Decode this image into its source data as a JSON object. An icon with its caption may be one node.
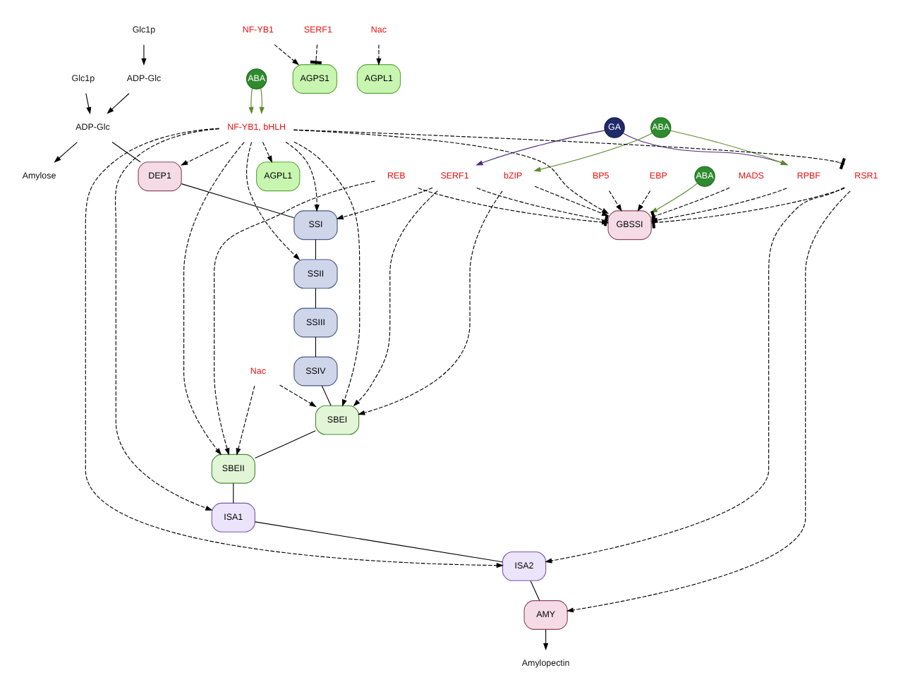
{
  "diagram": {
    "nodes": [
      {
        "text": [
          "Glc1p"
        ]
      },
      {
        "text": [
          "ADP-Glc"
        ]
      },
      {
        "text": [
          "AGPS1"
        ]
      },
      {
        "text": [
          "AGPL1"
        ]
      },
      {
        "text": [
          "NF-YB1"
        ]
      },
      {
        "text": [
          "SERF1"
        ]
      },
      {
        "text": [
          "Nac"
        ]
      },
      {
        "text": [
          "AGPL1"
        ]
      },
      {
        "text": [
          "ADP-Glc"
        ]
      },
      {
        "text": [
          "Glc1p"
        ]
      },
      {
        "text": [
          "DEP1"
        ]
      },
      {
        "text": [
          "SSI"
        ]
      },
      {
        "text": [
          "SSII"
        ]
      },
      {
        "text": [
          "SSIII"
        ]
      },
      {
        "text": [
          "SSIV"
        ]
      },
      {
        "text": [
          "SBEI"
        ]
      },
      {
        "text": [
          "SBEII"
        ]
      },
      {
        "text": [
          "ISA1"
        ]
      },
      {
        "text": [
          "ISA2"
        ]
      },
      {
        "text": [
          "AMY"
        ]
      },
      {
        "text": [
          "GBSSI"
        ]
      },
      {
        "text": [
          "ABA"
        ]
      },
      {
        "text": [
          "MADS"
        ]
      },
      {
        "text": [
          "BP5"
        ]
      },
      {
        "text": [
          "EBP"
        ]
      },
      {
        "text": [
          "SERF1"
        ]
      },
      {
        "text": [
          "GA"
        ]
      },
      {
        "text": [
          "RPBF"
        ]
      },
      {
        "text": [
          "ABA"
        ]
      },
      {
        "text": [
          "bZIP"
        ]
      },
      {
        "text": [
          "Nac"
        ]
      },
      {
        "text": [
          "RSR1"
        ]
      },
      {
        "text": [
          "REB"
        ]
      },
      {
        "text": [
          "ABA"
        ]
      },
      {
        "text": [
          "NF-YB1, bHLH"
        ]
      },
      {
        "text": [
          "Amylose"
        ]
      },
      {
        "text": [
          "Amylopectin"
        ]
      }
    ],
    "edges": [
      {
        "from": 0,
        "to": 1,
        "arrow": "to"
      },
      {
        "from": 1,
        "to": 8,
        "arrow": "to"
      },
      {
        "from": 4,
        "to": 2,
        "arrow": "to",
        "style": "dashed"
      },
      {
        "from": 5,
        "to": 2,
        "arrow": "other",
        "style": "dashed"
      },
      {
        "from": 6,
        "to": 3,
        "arrow": "to",
        "style": "dashed"
      },
      {
        "from": 9,
        "to": 8,
        "arrow": "to"
      },
      {
        "from": 34,
        "to": 7,
        "arrow": "to",
        "style": "dashed"
      },
      {
        "from": 8,
        "to": 35,
        "arrow": "to"
      },
      {
        "from": 8,
        "to": 10,
        "arrow": "none"
      },
      {
        "from": 10,
        "to": 11,
        "arrow": "none"
      },
      {
        "from": 11,
        "to": 12,
        "arrow": "none"
      },
      {
        "from": 12,
        "to": 13,
        "arrow": "none"
      },
      {
        "from": 13,
        "to": 14,
        "arrow": "none"
      },
      {
        "from": 14,
        "to": 15,
        "arrow": "none"
      },
      {
        "from": 15,
        "to": 16,
        "arrow": "none"
      },
      {
        "from": 16,
        "to": 17,
        "arrow": "none"
      },
      {
        "from": 17,
        "to": 18,
        "arrow": "none"
      },
      {
        "from": 18,
        "to": 19,
        "arrow": "none"
      },
      {
        "from": 19,
        "to": 36,
        "arrow": "to"
      },
      {
        "from": 21,
        "to": 20,
        "arrow": "to",
        "color": "#5a8a2a"
      },
      {
        "from": 22,
        "to": 20,
        "arrow": "other",
        "style": "dashed"
      },
      {
        "from": 23,
        "to": 20,
        "arrow": "to",
        "style": "dashed"
      },
      {
        "from": 24,
        "to": 20,
        "arrow": "to",
        "style": "dashed"
      },
      {
        "from": 26,
        "to": 25,
        "arrow": "to",
        "color": "#4b2a7a"
      },
      {
        "from": 26,
        "to": 27,
        "arrow": "to",
        "color": "#4b2a7a"
      },
      {
        "from": 28,
        "to": 27,
        "arrow": "to",
        "color": "#5a8a2a"
      },
      {
        "from": 28,
        "to": 29,
        "arrow": "to",
        "color": "#5a8a2a"
      },
      {
        "from": 25,
        "to": 11,
        "arrow": "to",
        "style": "dashed"
      },
      {
        "from": 25,
        "to": 20,
        "arrow": "other",
        "style": "dashed"
      },
      {
        "from": 25,
        "to": 15,
        "arrow": "to",
        "style": "dashed"
      },
      {
        "from": 27,
        "to": 20,
        "arrow": "to",
        "style": "dashed"
      },
      {
        "from": 29,
        "to": 20,
        "arrow": "to",
        "style": "dashed"
      },
      {
        "from": 29,
        "to": 15,
        "arrow": "to",
        "style": "dashed"
      },
      {
        "from": 30,
        "to": 15,
        "arrow": "to",
        "style": "dashed"
      },
      {
        "from": 30,
        "to": 16,
        "arrow": "to",
        "style": "dashed"
      },
      {
        "from": 31,
        "to": 20,
        "arrow": "other",
        "style": "dashed"
      },
      {
        "from": 31,
        "to": 18,
        "arrow": "to",
        "style": "dashed"
      },
      {
        "from": 31,
        "to": 19,
        "arrow": "to",
        "style": "dashed"
      },
      {
        "from": 32,
        "to": 20,
        "arrow": "to",
        "style": "dashed"
      },
      {
        "from": 32,
        "to": 16,
        "arrow": "to",
        "style": "dashed"
      },
      {
        "from": 33,
        "to": 34,
        "arrow": "to",
        "color": "#5a8a2a"
      },
      {
        "from": 33,
        "to": 34,
        "arrow": "to",
        "color": "#5a8a2a"
      },
      {
        "from": 34,
        "to": 20,
        "arrow": "to",
        "style": "dashed"
      },
      {
        "from": 34,
        "to": 10,
        "arrow": "to",
        "style": "dashed"
      },
      {
        "from": 34,
        "to": 11,
        "arrow": "to",
        "style": "dashed"
      },
      {
        "from": 34,
        "to": 12,
        "arrow": "to",
        "style": "dashed"
      },
      {
        "from": 34,
        "to": 15,
        "arrow": "to",
        "style": "dashed"
      },
      {
        "from": 34,
        "to": 16,
        "arrow": "to",
        "style": "dashed"
      },
      {
        "from": 34,
        "to": 17,
        "arrow": "to",
        "style": "dashed"
      },
      {
        "from": 34,
        "to": 18,
        "arrow": "to",
        "style": "dashed"
      },
      {
        "from": 34,
        "to": 31,
        "arrow": "other",
        "style": "dashed"
      }
    ]
  }
}
